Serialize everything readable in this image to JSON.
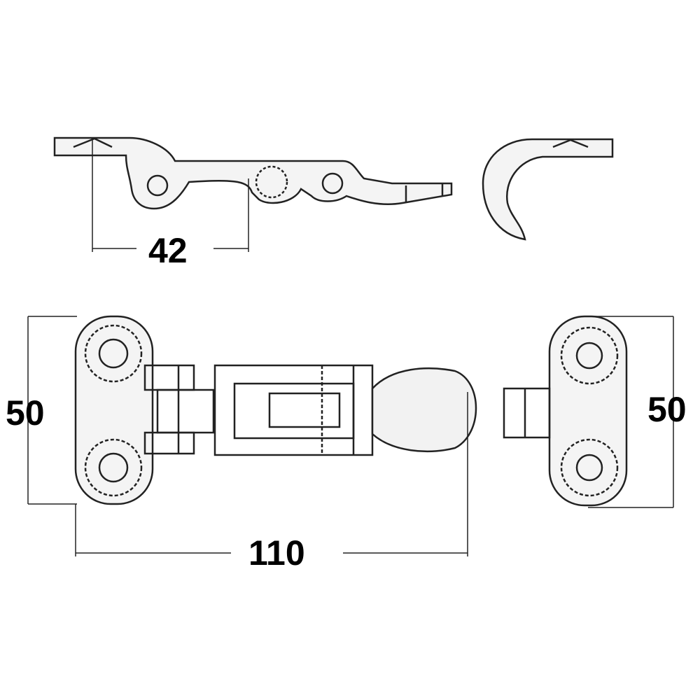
{
  "dimensions": {
    "pivot_distance": "42",
    "base_height_left": "50",
    "overall_length": "110",
    "base_height_right": "50"
  }
}
